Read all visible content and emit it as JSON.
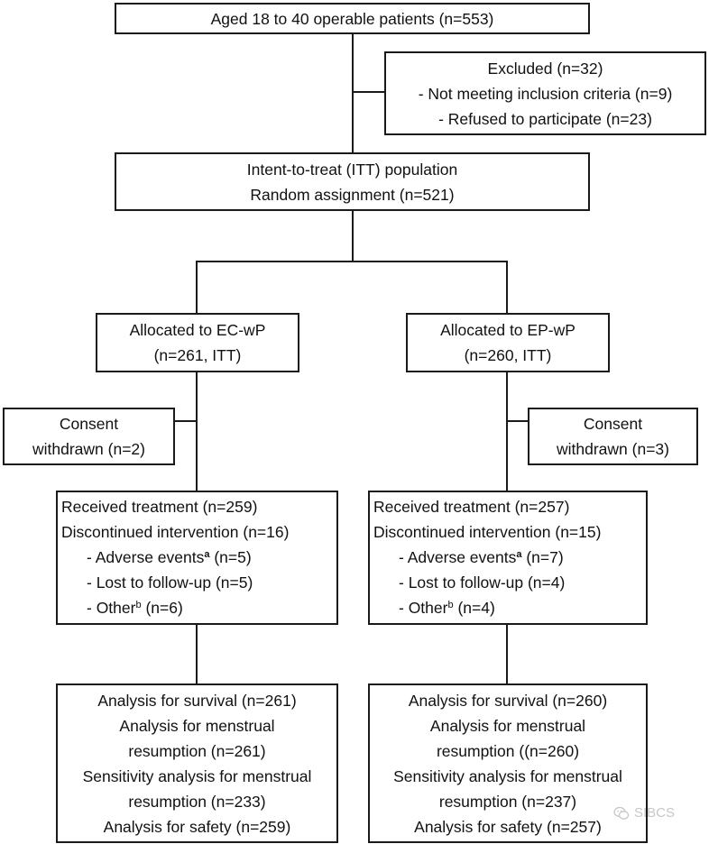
{
  "enrolled": {
    "text": "Aged 18 to 40 operable patients (n=553)"
  },
  "excluded": {
    "title": "Excluded  (n=32)",
    "items": [
      "- Not meeting inclusion criteria (n=9)",
      "- Refused to participate (n=23)"
    ]
  },
  "itt": {
    "line1": "Intent-to-treat (ITT) population",
    "line2": "Random assignment (n=521)"
  },
  "arm_left": {
    "allocated": {
      "line1": "Allocated to EC-wP",
      "line2": "(n=261, ITT)"
    },
    "consent": {
      "line1": "Consent",
      "line2": "withdrawn (n=2)"
    },
    "treatment": {
      "received": "Received treatment (n=259)",
      "discontinued": "Discontinued intervention (n=16)",
      "adverse_label": "- Adverse events",
      "adverse_sup": "a",
      "adverse_count": " (n=5)",
      "lost": "- Lost to follow-up (n=5)",
      "other_label": "- Other",
      "other_sup": "b",
      "other_count": " (n=6)"
    },
    "analysis": {
      "survival": "Analysis for survival (n=261)",
      "menstrual_1": "Analysis for menstrual",
      "menstrual_2": "resumption (n=261)",
      "sensitivity_1": "Sensitivity analysis for menstrual",
      "sensitivity_2": "resumption (n=233)",
      "safety": "Analysis for safety (n=259)"
    }
  },
  "arm_right": {
    "allocated": {
      "line1": "Allocated to EP-wP",
      "line2": "(n=260, ITT)"
    },
    "consent": {
      "line1": "Consent",
      "line2": "withdrawn (n=3)"
    },
    "treatment": {
      "received": "Received treatment (n=257)",
      "discontinued": "Discontinued intervention (n=15)",
      "adverse_label": "- Adverse events",
      "adverse_sup": "a",
      "adverse_count": " (n=7)",
      "lost": "- Lost to follow-up (n=4)",
      "other_label": "- Other",
      "other_sup": "b",
      "other_count": " (n=4)"
    },
    "analysis": {
      "survival": "Analysis for survival (n=260)",
      "menstrual_1": "Analysis for menstrual",
      "menstrual_2": "resumption ((n=260)",
      "sensitivity_1": "Sensitivity analysis for menstrual",
      "sensitivity_2": "resumption (n=237)",
      "safety": "Analysis for safety (n=257)"
    }
  },
  "watermark": {
    "text": "SIBCS",
    "icon": "wechat-icon"
  }
}
